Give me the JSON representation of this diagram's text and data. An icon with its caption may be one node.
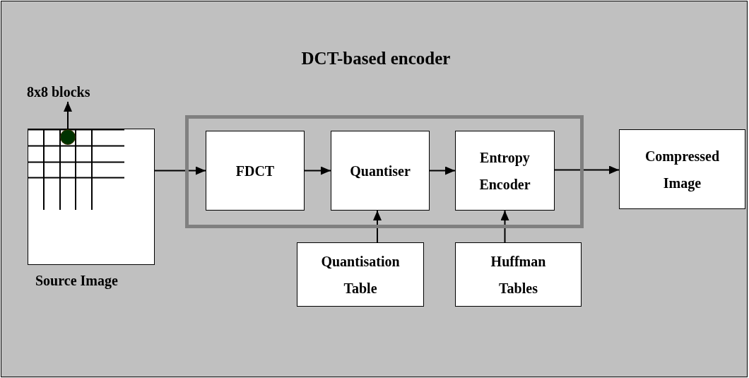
{
  "diagram": {
    "title": "DCT-based encoder",
    "nodes": [
      {
        "text": [
          "Source Image"
        ]
      },
      {
        "text": [],
        "shape": "circle",
        "in": 0
      },
      {
        "text": [
          "8x8 blocks"
        ]
      },
      {
        "text": [],
        "shape": "box"
      },
      {
        "text": [
          "FDCT"
        ],
        "in": 3
      },
      {
        "text": [
          "Quantiser"
        ],
        "in": 3
      },
      {
        "text": [
          "Entropy Encoder"
        ],
        "in": 3
      },
      {
        "text": [
          "Compressed Image"
        ]
      },
      {
        "text": [
          "Quantisation Table"
        ]
      },
      {
        "text": [
          "Huffman Tables"
        ]
      }
    ],
    "edges": [
      {
        "from": 1,
        "to": 2,
        "arrow": "to"
      },
      {
        "from": 0,
        "to": 4,
        "arrow": "to"
      },
      {
        "from": 4,
        "to": 5,
        "arrow": "to"
      },
      {
        "from": 5,
        "to": 6,
        "arrow": "to"
      },
      {
        "from": 6,
        "to": 7,
        "arrow": "to"
      },
      {
        "from": 8,
        "to": 5,
        "arrow": "to"
      },
      {
        "from": 9,
        "to": 6,
        "arrow": "to"
      }
    ]
  }
}
